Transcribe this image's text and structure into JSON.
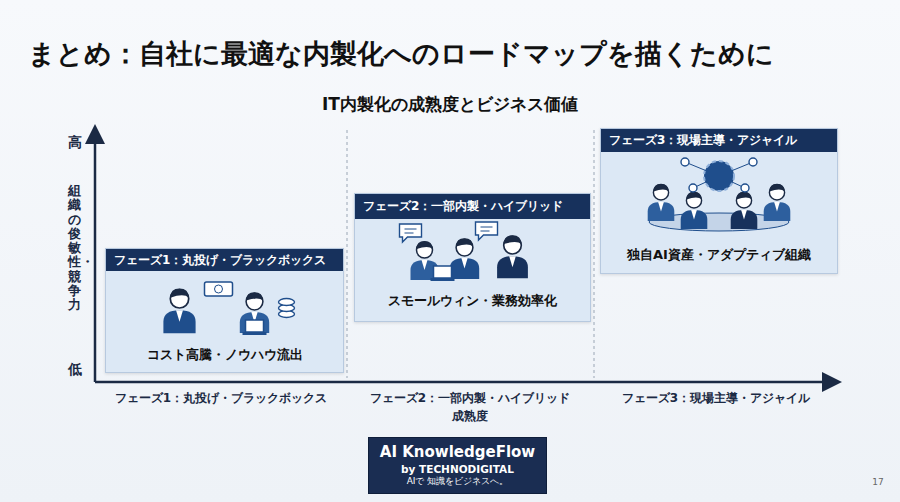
{
  "diagram": {
    "title": "まとめ：自社に最適な内製化へのロードマップを描くために",
    "nodes": [
      {
        "text": [
          "フェーズ1：丸投げ・ブラックボックス",
          "コスト高騰・ノウハウ流出"
        ]
      },
      {
        "text": [
          "フェーズ2：一部内製・ハイブリッド",
          "スモールウィン・業務効率化"
        ]
      },
      {
        "text": [
          "フェーズ3：現場主導・アジャイル",
          "独自AI資産・アダプティブ組織"
        ]
      },
      {
        "text": [
          "AI KnowledgeFlow",
          "by TECHNODIGITAL",
          "AIで 知識をビジネスへ。"
        ]
      }
    ],
    "edges": [],
    "labels": [
      "IT内製化の成熟度とビジネス価値",
      "高",
      "組織の俊敏性・競争力",
      "低",
      "フェーズ1：丸投げ・ブラックボックス",
      "フェーズ2：一部内製・ハイブリッド",
      "成熟度",
      "フェーズ3：現場主導・アジャイル",
      "17"
    ]
  }
}
